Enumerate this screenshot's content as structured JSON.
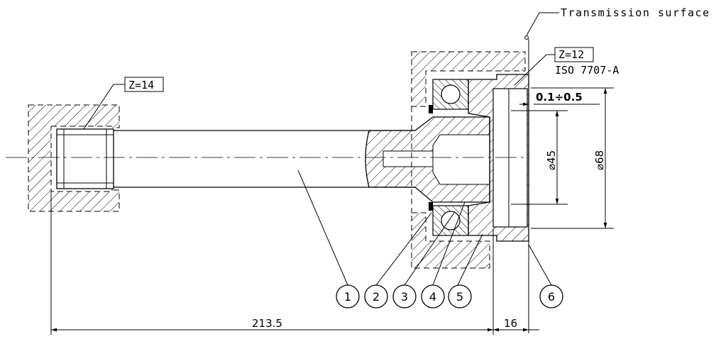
{
  "annotations": {
    "transmission_surface": "Transmission surface",
    "z_left": "Z=14",
    "z_right": "Z=12",
    "iso_standard": "ISO 7707-A",
    "tolerance": "0.1÷0.5",
    "diameter_small": "⌀45",
    "diameter_large": "⌀68",
    "length_main": "213.5",
    "length_flange": "16"
  },
  "balloons": [
    "1",
    "2",
    "3",
    "4",
    "5",
    "6"
  ]
}
